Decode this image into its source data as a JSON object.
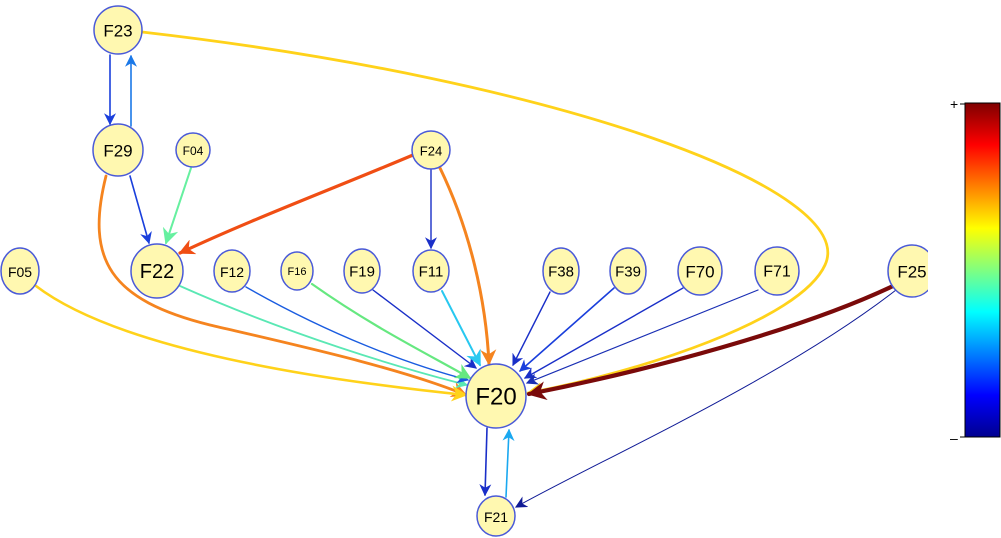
{
  "graph": {
    "nodes": [
      {
        "id": "F23",
        "label": "F23"
      },
      {
        "id": "F29",
        "label": "F29"
      },
      {
        "id": "F04",
        "label": "F04"
      },
      {
        "id": "F24",
        "label": "F24"
      },
      {
        "id": "F05",
        "label": "F05"
      },
      {
        "id": "F22",
        "label": "F22"
      },
      {
        "id": "F12",
        "label": "F12"
      },
      {
        "id": "F16",
        "label": "F16"
      },
      {
        "id": "F19",
        "label": "F19"
      },
      {
        "id": "F11",
        "label": "F11"
      },
      {
        "id": "F38",
        "label": "F38"
      },
      {
        "id": "F39",
        "label": "F39"
      },
      {
        "id": "F70",
        "label": "F70"
      },
      {
        "id": "F71",
        "label": "F71"
      },
      {
        "id": "F25",
        "label": "F25"
      },
      {
        "id": "F20",
        "label": "F20"
      },
      {
        "id": "F21",
        "label": "F21"
      }
    ],
    "edges": [
      {
        "from": "F23",
        "to": "F29",
        "color": "#1a3fdc"
      },
      {
        "from": "F29",
        "to": "F23",
        "color": "#1a78e8"
      },
      {
        "from": "F23",
        "to": "F20",
        "color": "#ffd21a"
      },
      {
        "from": "F29",
        "to": "F22",
        "color": "#1a3fdc"
      },
      {
        "from": "F04",
        "to": "F22",
        "color": "#66f0a0"
      },
      {
        "from": "F29",
        "to": "F20",
        "color": "#f5841f"
      },
      {
        "from": "F24",
        "to": "F22",
        "color": "#f04e14"
      },
      {
        "from": "F24",
        "to": "F11",
        "color": "#1a2fc8"
      },
      {
        "from": "F24",
        "to": "F20",
        "color": "#f5841f"
      },
      {
        "from": "F05",
        "to": "F20",
        "color": "#ffd21a"
      },
      {
        "from": "F22",
        "to": "F20",
        "color": "#5ae8b4"
      },
      {
        "from": "F12",
        "to": "F20",
        "color": "#1a5ce0"
      },
      {
        "from": "F16",
        "to": "F20",
        "color": "#66e880"
      },
      {
        "from": "F19",
        "to": "F20",
        "color": "#1a2fc8"
      },
      {
        "from": "F11",
        "to": "F20",
        "color": "#28c8f0"
      },
      {
        "from": "F38",
        "to": "F20",
        "color": "#1a2fc8"
      },
      {
        "from": "F39",
        "to": "F20",
        "color": "#1a3fdc"
      },
      {
        "from": "F70",
        "to": "F20",
        "color": "#1a2fc8"
      },
      {
        "from": "F71",
        "to": "F20",
        "color": "#1a2fb4"
      },
      {
        "from": "F25",
        "to": "F20",
        "color": "#7a0a0a"
      },
      {
        "from": "F25",
        "to": "F21",
        "color": "#0f1a96"
      },
      {
        "from": "F20",
        "to": "F21",
        "color": "#1a2fc8"
      },
      {
        "from": "F21",
        "to": "F20",
        "color": "#1aa8f0"
      }
    ]
  },
  "colorbar": {
    "max_label": "+",
    "min_label": "–",
    "stops": [
      "#7f0000",
      "#ff0000",
      "#ff8000",
      "#ffff00",
      "#80ff80",
      "#00ffff",
      "#0080ff",
      "#0000ff",
      "#00008f"
    ]
  },
  "styles": {
    "node_fill": "#fff8b0",
    "node_stroke": "#4a5ad8"
  }
}
